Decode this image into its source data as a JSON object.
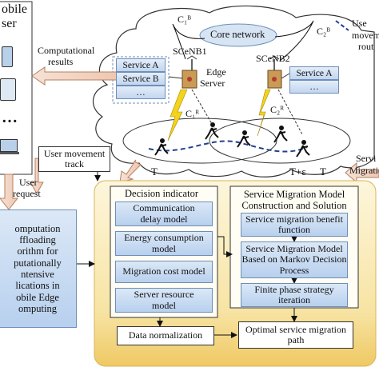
{
  "user_panel": {
    "title_line1": "obile",
    "title_line2": "ser",
    "device_icons": [
      "phone-icon",
      "tablet-icon",
      "ellipsis-icon",
      "laptop-icon"
    ],
    "ellipsis": "…"
  },
  "arrows": {
    "computational_results_line1": "Computational",
    "computational_results_line2": "results",
    "user_request_line1": "User",
    "user_request_line2": "request",
    "user_movement_track_line1": "User movement",
    "user_movement_track_line2": "track"
  },
  "edge_network": {
    "core_network": "Core network",
    "c1b": "C₁ᴮ",
    "c2b": "C₂ᴮ",
    "c1r": "C₁ᴿ",
    "c2r": "C₂ᴿ",
    "scenb1": "SCeNB1",
    "scenb2": "SCeNB2",
    "edge_server_line1": "Edge",
    "edge_server_line2": "Server",
    "service_a": "Service A",
    "service_b": "Service B",
    "service_a2": "Service A",
    "dots": "…",
    "dots2": "…",
    "time_t_left": "T",
    "time_t_eps": "T+ε",
    "time_t_right": "T"
  },
  "legend": {
    "line1": "Use",
    "line2": "moveme",
    "line3": "rout"
  },
  "service_migration_side": {
    "line1": "Servi",
    "line2": "Migratio"
  },
  "left_algorithm_box": {
    "line1": "omputation",
    "line2": "ffloading",
    "line3": "orithm for",
    "line4": "putationally",
    "line5": "ntensive",
    "line6": "lications in",
    "line7": "obile Edge",
    "line8": "omputing"
  },
  "decision_indicator": {
    "title": "Decision indicator",
    "communication_line1": "Communication",
    "communication_line2": "delay model",
    "energy_line1": "Energy consumption",
    "energy_line2": "model",
    "migration_cost": "Migration cost model",
    "server_resource_line1": "Server resource",
    "server_resource_line2": "model"
  },
  "model_panel": {
    "title_line1": "Service Migration Model",
    "title_line2": "Construction and Solution",
    "benefit_line1": "Service migration benefit",
    "benefit_line2": "function",
    "mdp_line1": "Service Migration Model",
    "mdp_line2": "Based on Markov Decision",
    "mdp_line3": "Process",
    "finite_line1": "Finite phase strategy",
    "finite_line2": "iteration"
  },
  "bottom": {
    "data_normalization": "Data normalization",
    "optimal_line1": "Optimal service migration",
    "optimal_line2": "path"
  },
  "colors": {
    "blue_fill": "#c9dcf2",
    "blue_border": "#6f8fb8",
    "gold_panel": "#f7e4a4",
    "arrow_fill": "#f2d7c9",
    "arrow_stroke": "#b5805f",
    "lightning": "#f3d31c",
    "track_dash": "#23408f"
  }
}
